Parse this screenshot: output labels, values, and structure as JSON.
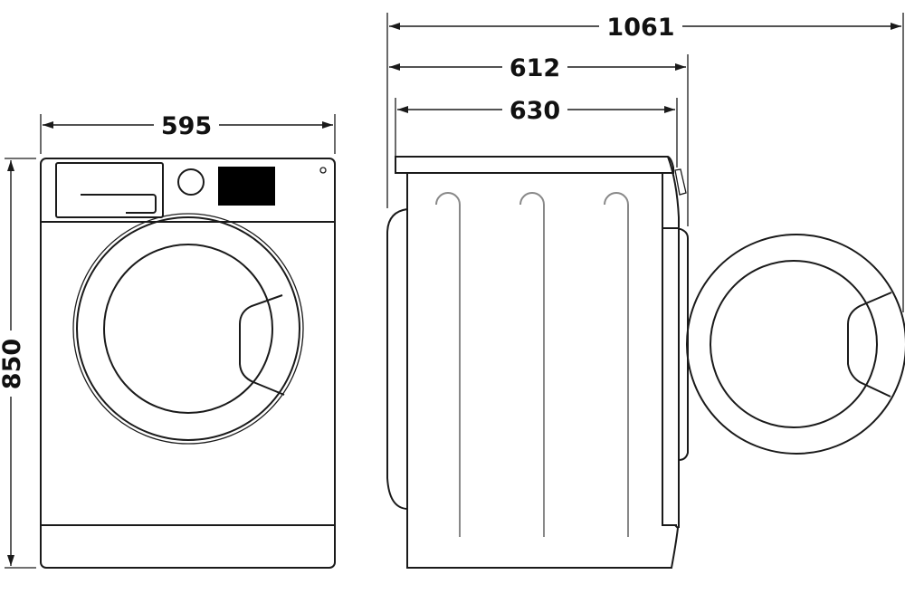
{
  "dimensions": {
    "front_width": "595",
    "height": "850",
    "depth_door_open": "1061",
    "depth": "612",
    "depth_with_door": "630"
  },
  "colors": {
    "line": "#1a1a1a",
    "background": "#ffffff"
  }
}
